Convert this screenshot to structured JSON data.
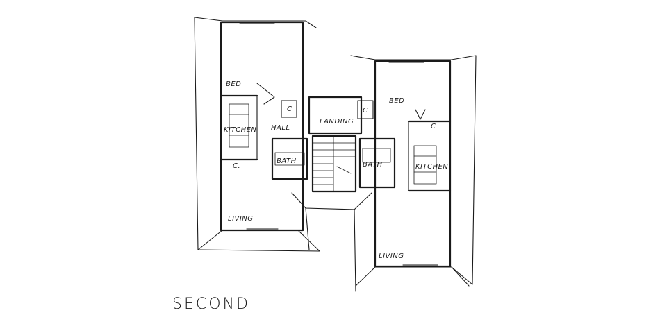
{
  "floor": {
    "title": "SECOND"
  },
  "rooms": {
    "left_bed": "BED",
    "left_kitchen": "KITCHEN",
    "left_c": "C.",
    "left_living": "LIVING",
    "hall": "HALL",
    "hall_c": "C",
    "left_bath": "BATH",
    "landing": "LANDING",
    "landing_c": "C",
    "right_bed": "BED",
    "right_c": "C",
    "right_bath": "BATH",
    "right_kitchen": "KITCHEN",
    "right_living": "LIVING"
  }
}
